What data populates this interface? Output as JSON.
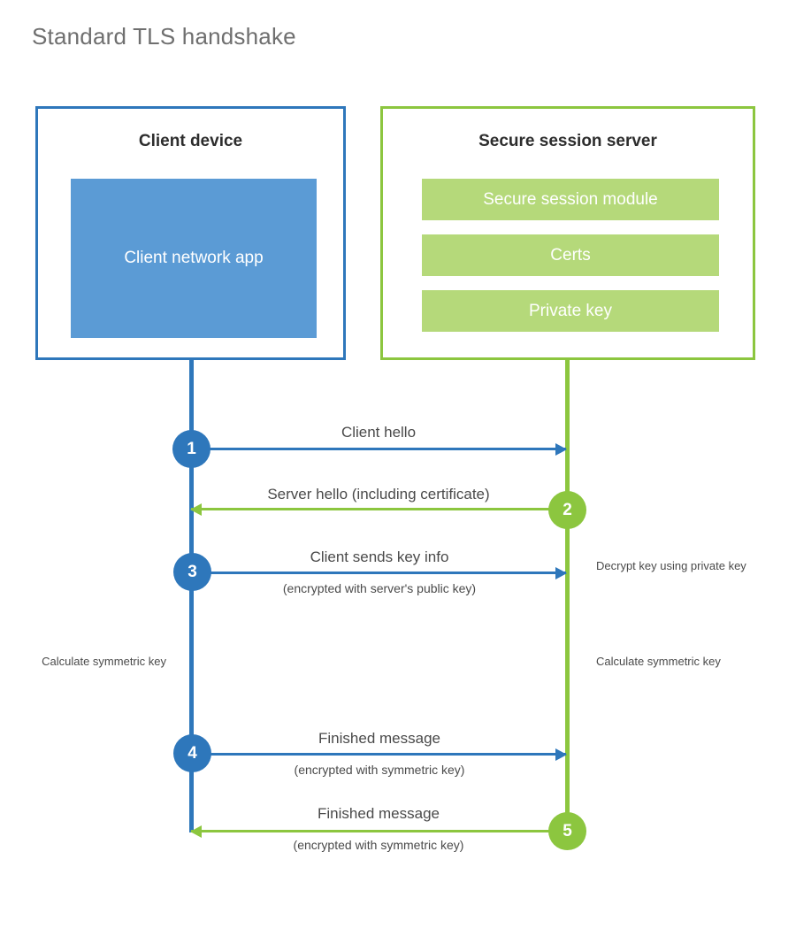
{
  "title": "Standard TLS handshake",
  "colors": {
    "client_blue": "#2e77bb",
    "client_app_fill": "#5b9bd5",
    "server_green": "#8cc63f",
    "server_bar_fill": "#b5d97a",
    "text_gray": "#4a4a4a",
    "title_gray": "#6f6f6f",
    "background": "#ffffff"
  },
  "actors": {
    "client": {
      "title": "Client device",
      "blocks": [
        "Client network app"
      ]
    },
    "server": {
      "title": "Secure session server",
      "blocks": [
        "Secure session module",
        "Certs",
        "Private key"
      ]
    }
  },
  "steps": [
    {
      "number": "1",
      "direction": "client-to-server",
      "color": "blue",
      "label": "Client hello",
      "sublabel": ""
    },
    {
      "number": "2",
      "direction": "server-to-client",
      "color": "green",
      "label": "Server hello (including certificate)",
      "sublabel": ""
    },
    {
      "number": "3",
      "direction": "client-to-server",
      "color": "blue",
      "label": "Client sends key info",
      "sublabel": "(encrypted with server's public key)"
    },
    {
      "number": "4",
      "direction": "client-to-server",
      "color": "blue",
      "label": "Finished message",
      "sublabel": "(encrypted with symmetric key)"
    },
    {
      "number": "5",
      "direction": "server-to-client",
      "color": "green",
      "label": "Finished message",
      "sublabel": "(encrypted with symmetric key)"
    }
  ],
  "notes": {
    "server_decrypt": "Decrypt key using private key",
    "client_calculate": "Calculate symmetric key",
    "server_calculate": "Calculate symmetric key"
  }
}
